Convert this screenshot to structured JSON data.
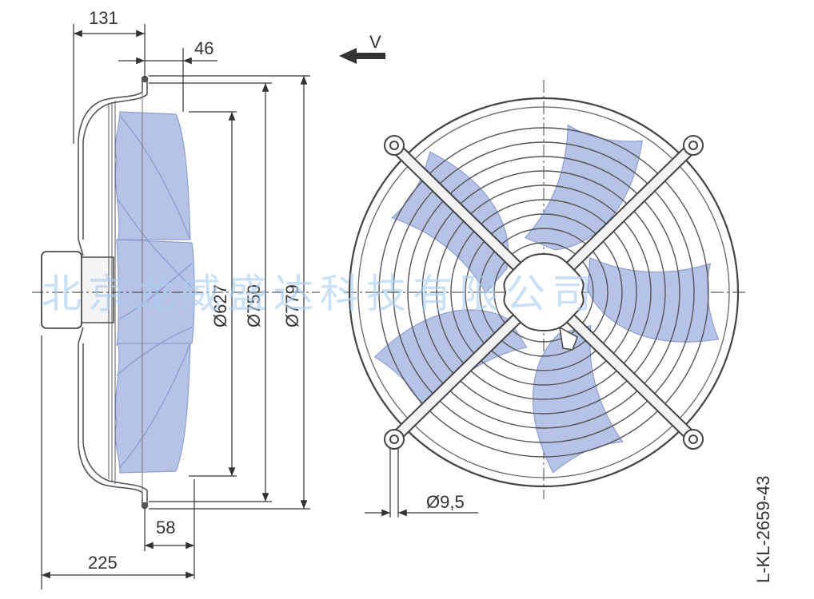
{
  "dimensions": {
    "d131": "131",
    "d46": "46",
    "d58": "58",
    "d225": "225",
    "dia627": "Ø627",
    "dia750": "Ø750",
    "dia779": "Ø779",
    "hole": "Ø9,5"
  },
  "airflow_label": "V",
  "drawing_number": "L-KL-2659-43",
  "watermark": "北京龙威盛达科技有限公司",
  "colors": {
    "blade": "#b7c3e6",
    "blade_edge": "#8e9fcf",
    "line": "#333333",
    "guard": "#555555"
  },
  "front_view": {
    "blade_count": 5
  }
}
